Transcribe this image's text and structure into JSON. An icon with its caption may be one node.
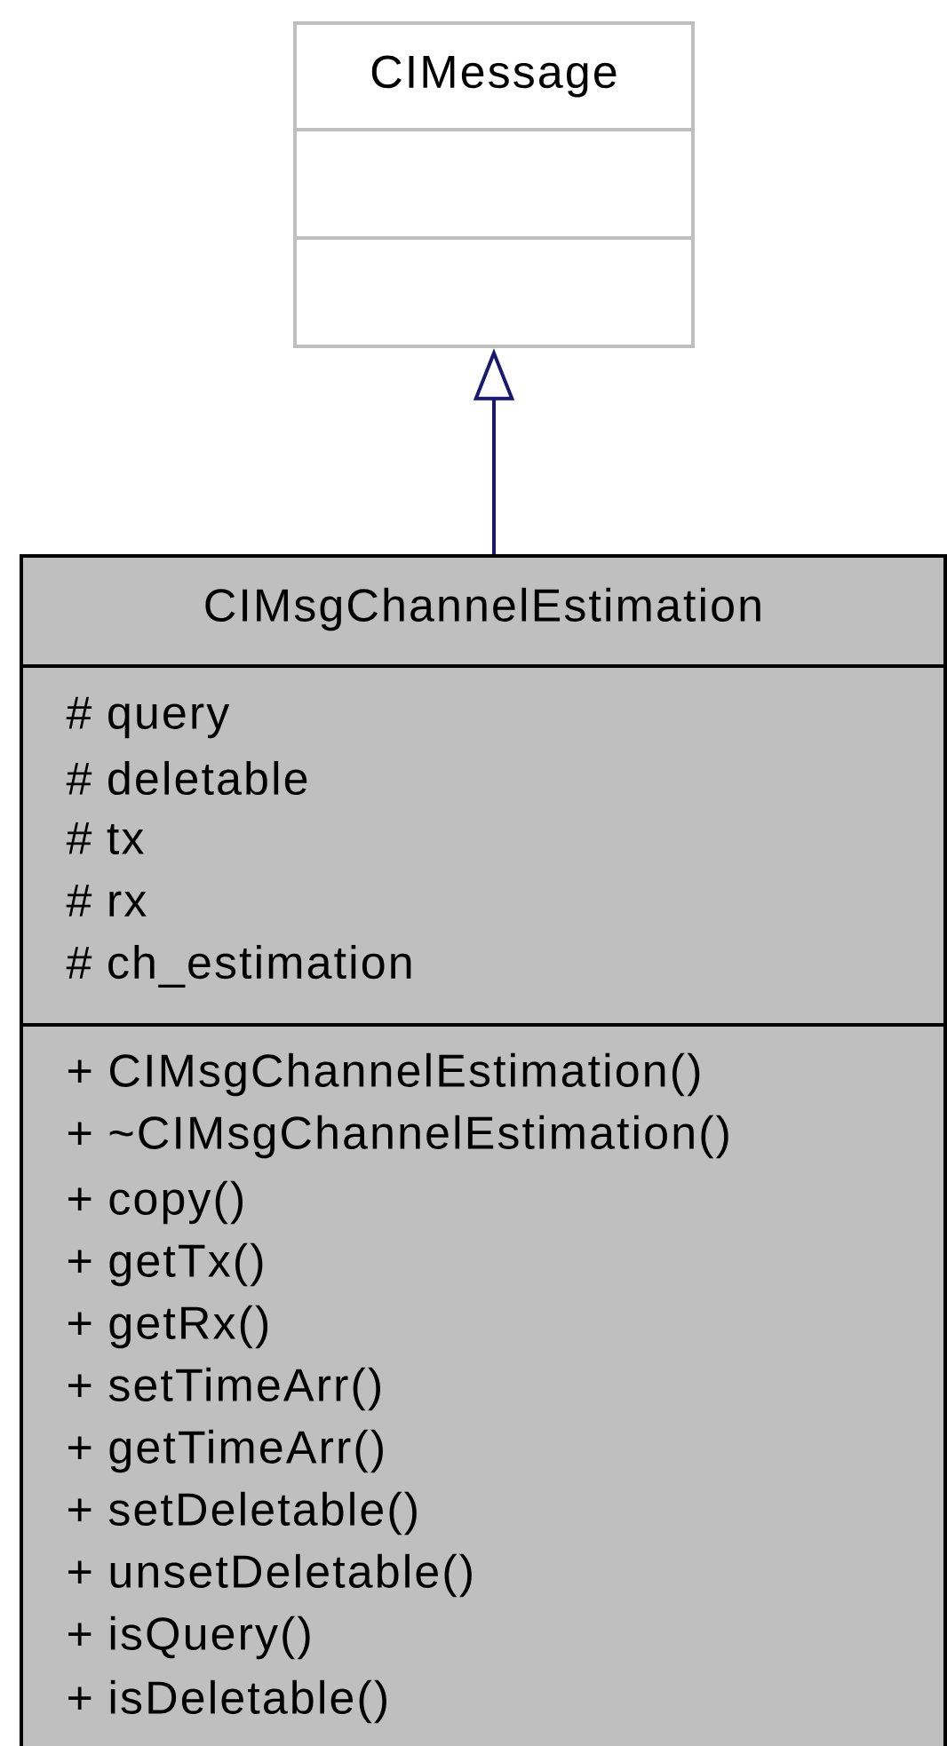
{
  "diagram": {
    "nodes": [
      {
        "text": [
          "CIMessage"
        ]
      },
      {
        "text": [
          "CIMsgChannelEstimation",
          "# query",
          "# deletable",
          "# tx",
          "# rx",
          "# ch_estimation",
          "+ CIMsgChannelEstimation()",
          "+ ~CIMsgChannelEstimation()",
          "+ copy()",
          "+ getTx()",
          "+ getRx()",
          "+ setTimeArr()",
          "+ getTimeArr()",
          "+ setDeletable()",
          "+ unsetDeletable()",
          "+ isQuery()",
          "+ isDeletable()"
        ]
      }
    ],
    "edges": [
      {
        "from": 1,
        "to": 0,
        "arrow": "to",
        "color": "#191970"
      }
    ]
  }
}
